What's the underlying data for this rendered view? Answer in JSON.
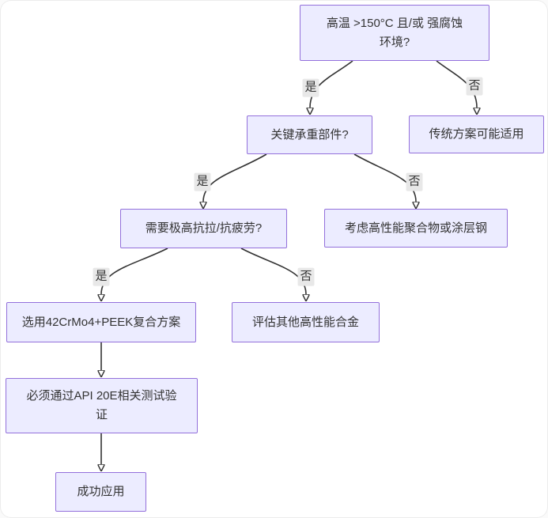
{
  "theme": {
    "node_fill": "#ECECFF",
    "node_border": "#9370DB",
    "text_color": "#333333",
    "edge_color": "#333333",
    "label_bg": "#e8e8e8",
    "canvas_bg": "#ffffff"
  },
  "nodes": {
    "env_question": {
      "label": "高温 >150°C 且/或 强腐蚀\n环境?"
    },
    "load_bearing": {
      "label": "关键承重部件?"
    },
    "traditional": {
      "label": "传统方案可能适用"
    },
    "fatigue": {
      "label": "需要极高抗拉/抗疲劳?"
    },
    "polymer": {
      "label": "考虑高性能聚合物或涂层钢"
    },
    "peek": {
      "label": "选用42CrMo4+PEEK复合方案"
    },
    "alloy": {
      "label": "评估其他高性能合金"
    },
    "api": {
      "label": "必须通过API 20E相关测试验\n证"
    },
    "success": {
      "label": "成功应用"
    }
  },
  "edge_labels": {
    "yes": "是",
    "no": "否"
  }
}
